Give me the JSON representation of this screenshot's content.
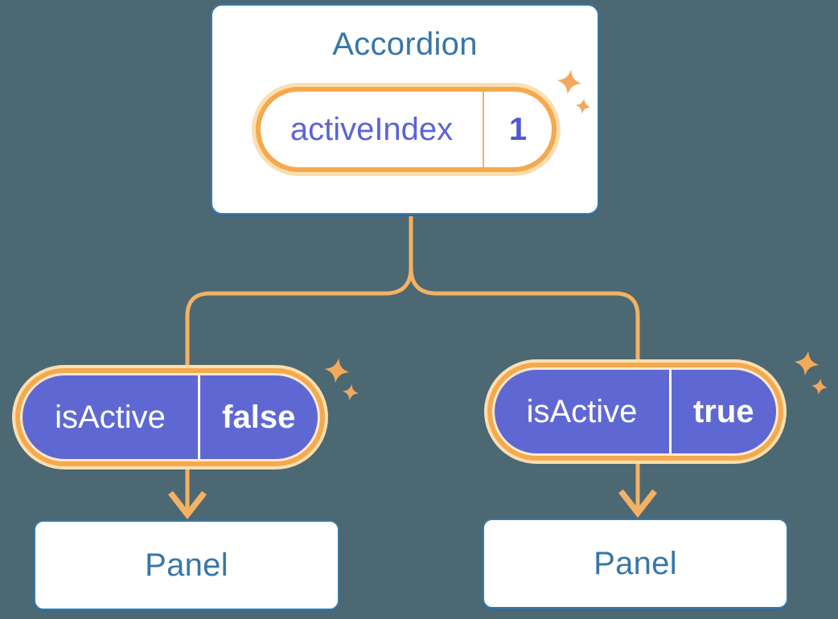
{
  "diagram": {
    "description": "React state diagram: Accordion parent holding activeIndex state, passing isActive to two Panels",
    "root": {
      "title": "Accordion",
      "state_label": "activeIndex",
      "state_value": "1"
    },
    "children": [
      {
        "state_label": "isActive",
        "state_value": "false",
        "panel_title": "Panel"
      },
      {
        "state_label": "isActive",
        "state_value": "true",
        "panel_title": "Panel"
      }
    ],
    "colors": {
      "background": "#4C6872",
      "card_bg": "#FFFFFF",
      "card_border": "#3879A8",
      "card_shadow": "#2F6B9B",
      "card_text": "#3876A7",
      "connector": "#F3B164",
      "sparkle": "#F3A95C",
      "ring": "#F5A94E",
      "halo": "#FBDFB0",
      "ring_gap": "#FCE9CD",
      "pill_fill": "#5F68D2",
      "pill_divider": "#FFFFFF",
      "state_label_text": "#5A64D8",
      "state_value_text": "#4F5ACE"
    }
  }
}
